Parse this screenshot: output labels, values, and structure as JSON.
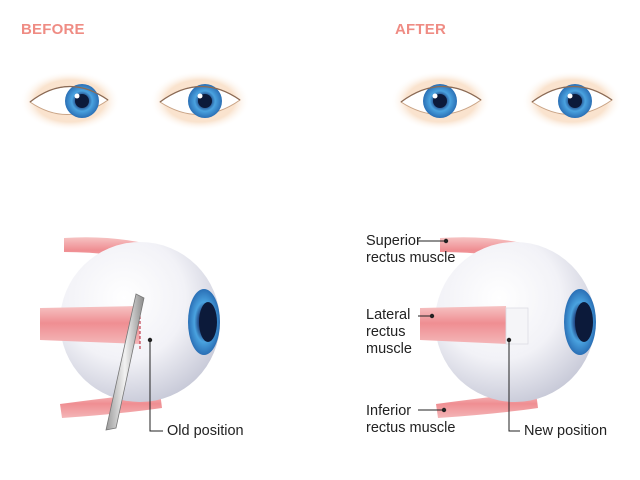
{
  "headings": {
    "before": "BEFORE",
    "after": "AFTER"
  },
  "labels": {
    "old_position": "Old position",
    "new_position": "New position",
    "superior": [
      "Superior",
      "rectus muscle"
    ],
    "lateral": [
      "Lateral",
      "rectus",
      "muscle"
    ],
    "inferior": [
      "Inferior",
      "rectus muscle"
    ]
  },
  "colors": {
    "heading": "#ef8c84",
    "iris": "#3b8fd6",
    "muscle": "#f2a5a8",
    "sclera_shadow": "#cfd1df",
    "eyelid_glow": "#f7d7b7"
  }
}
